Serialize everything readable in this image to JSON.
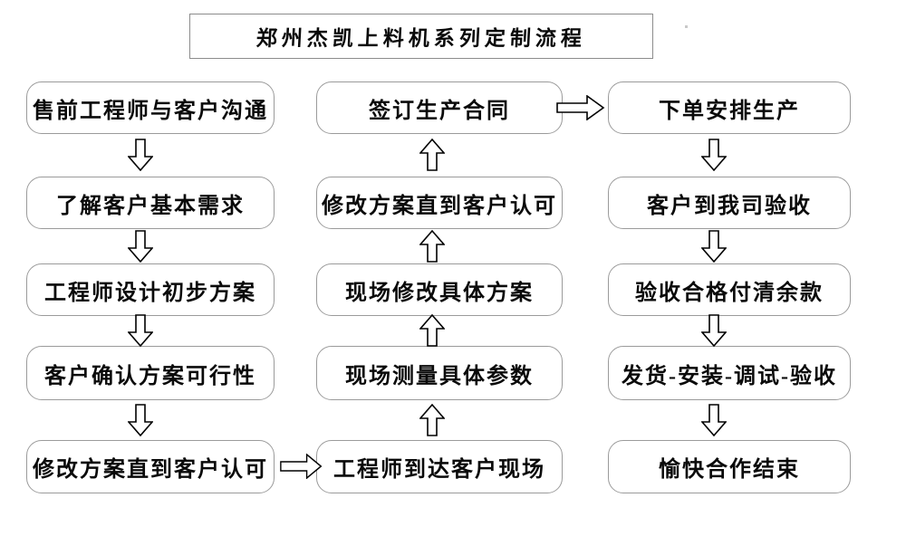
{
  "title": {
    "text": "郑州杰凯上料机系列定制流程"
  },
  "flowchart": {
    "columns": [
      {
        "id": "left",
        "flow_direction": "down",
        "boxes": [
          "售前工程师与客户沟通",
          "了解客户基本需求",
          "工程师设计初步方案",
          "客户确认方案可行性",
          "修改方案直到客户认可"
        ]
      },
      {
        "id": "middle",
        "flow_direction": "up",
        "boxes": [
          "签订生产合同",
          "修改方案直到客户认可",
          "现场修改具体方案",
          "现场测量具体参数",
          "工程师到达客户现场"
        ]
      },
      {
        "id": "right",
        "flow_direction": "down",
        "boxes": [
          "下单安排生产",
          "客户到我司验收",
          "验收合格付清余款",
          "发货-安装-调试-验收",
          "愉快合作结束"
        ]
      }
    ],
    "cross_connectors": [
      {
        "type": "right-arrow",
        "from_column": "left",
        "from_box": "修改方案直到客户认可",
        "to_column": "middle",
        "to_box": "工程师到达客户现场"
      },
      {
        "type": "right-arrow",
        "from_column": "middle",
        "from_box": "签订生产合同",
        "to_column": "right",
        "to_box": "下单安排生产"
      }
    ]
  },
  "colors": {
    "background": "#ffffff",
    "box_border": "#9b9b9b",
    "title_border": "#8c8c8c",
    "text": "#0a0a0a",
    "arrow_outline": "#000000",
    "arrow_fill": "#ffffff"
  }
}
